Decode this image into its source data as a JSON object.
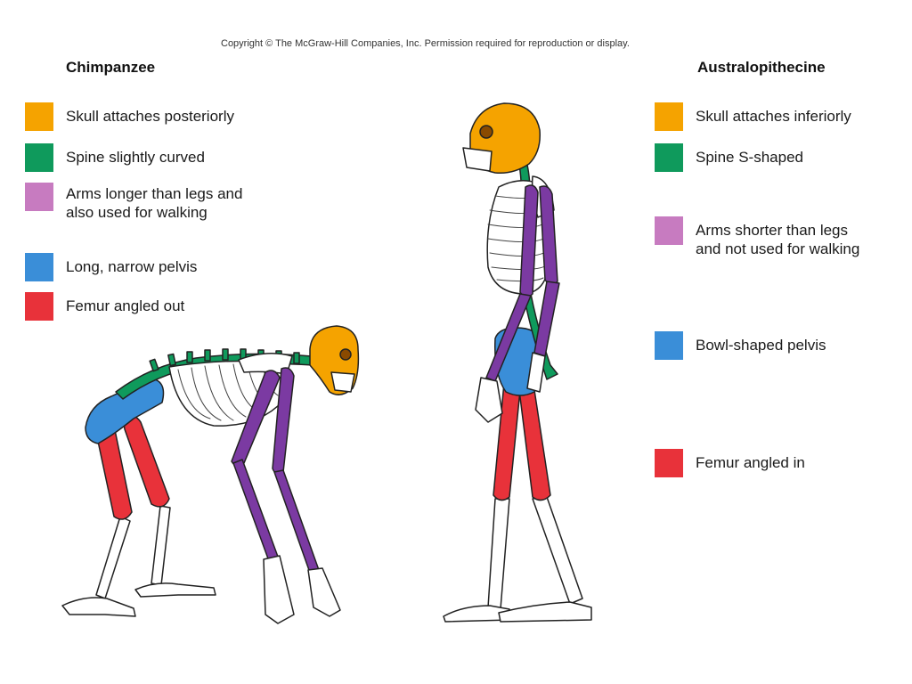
{
  "copyright": "Copyright © The McGraw-Hill Companies, Inc. Permission required for reproduction or display.",
  "colors": {
    "skull": "#f5a300",
    "spine": "#0f9a5c",
    "arms": "#c77bc0",
    "pelvis": "#3a8ed8",
    "femur": "#e8323a",
    "arm_bone": "#7b3aa2",
    "bone_outline": "#222222"
  },
  "left": {
    "heading": "Chimpanzee",
    "legend": [
      {
        "key": "skull",
        "label": "Skull attaches posteriorly"
      },
      {
        "key": "spine",
        "label": "Spine slightly curved"
      },
      {
        "key": "arms",
        "label": "Arms longer than legs and\nalso used for walking"
      },
      {
        "key": "pelvis",
        "label": "Long, narrow pelvis"
      },
      {
        "key": "femur",
        "label": "Femur angled out"
      }
    ]
  },
  "right": {
    "heading": "Australopithecine",
    "legend": [
      {
        "key": "skull",
        "label": "Skull attaches inferiorly"
      },
      {
        "key": "spine",
        "label": "Spine S-shaped"
      },
      {
        "key": "arms",
        "label": "Arms shorter than legs\nand not used for walking"
      },
      {
        "key": "pelvis",
        "label": "Bowl-shaped pelvis"
      },
      {
        "key": "femur",
        "label": "Femur angled in"
      }
    ]
  }
}
